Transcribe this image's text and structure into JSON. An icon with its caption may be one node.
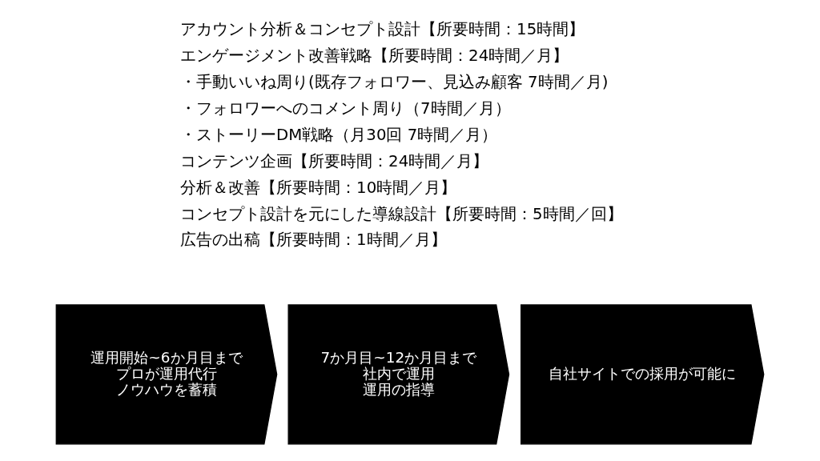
{
  "diagram": {
    "nodes": [
      {
        "text": [
          "運用開始~6か月目まで",
          "プロが運用代行",
          "ノウハウを蓄積"
        ]
      },
      {
        "text": [
          "7か月目~12か月目まで",
          "社内で運用",
          "運用の指導"
        ]
      },
      {
        "text": [
          "自社サイトでの採用が可能に"
        ]
      }
    ],
    "edges": [],
    "labels": [
      "アカウント分析＆コンセプト設計【所要時間：15時間】",
      "エンゲージメント改善戦略【所要時間：24時間／月】",
      "・手動いいね周り(既存フォロワー、見込み顧客 7時間／月)",
      "・フォロワーへのコメント周り（7時間／月）",
      "・ストーリーDM戦略（月30回 7時間／月）",
      "コンテンツ企画【所要時間：24時間／月】",
      "分析＆改善【所要時間：10時間／月】",
      "コンセプト設計を元にした導線設計【所要時間：5時間／回】",
      "広告の出稿【所要時間：1時間／月】"
    ]
  }
}
